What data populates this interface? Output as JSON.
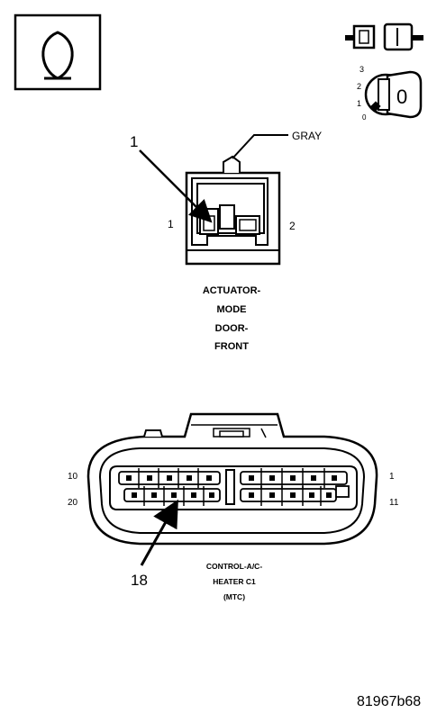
{
  "ohmmeter_symbol": "Ω",
  "key_switch": {
    "positions": [
      "3",
      "2",
      "1",
      "0"
    ],
    "key_label": "0"
  },
  "connector_1": {
    "callout_number": "1",
    "color_label": "GRAY",
    "pin_left": "1",
    "pin_right": "2",
    "title_lines": [
      "ACTUATOR-",
      "MODE",
      "DOOR-",
      "FRONT"
    ]
  },
  "connector_2": {
    "callout_number": "18",
    "pin_top_left": "10",
    "pin_bottom_left": "20",
    "pin_top_right": "1",
    "pin_bottom_right": "11",
    "title_lines": [
      "CONTROL-A/C-",
      "HEATER C1",
      "(MTC)"
    ]
  },
  "figure_id": "81967b68"
}
